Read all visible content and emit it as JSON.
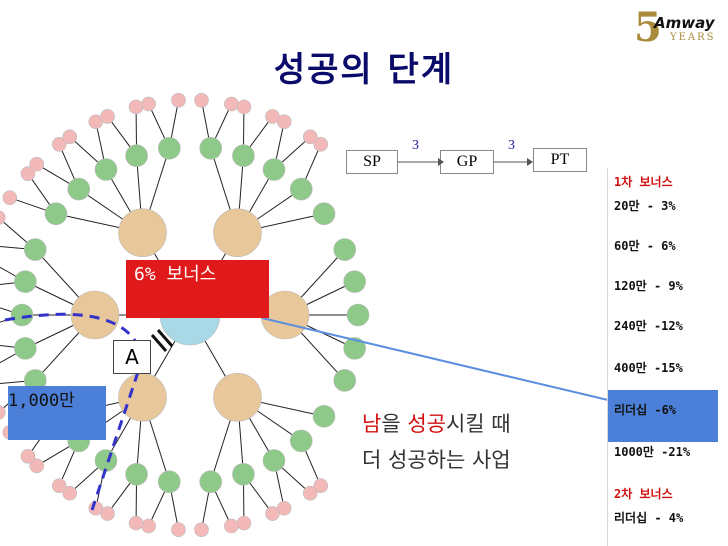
{
  "title": "성공의 단계",
  "logo": {
    "five": "5",
    "brand": "Amway",
    "years": "YEARS"
  },
  "stages": {
    "sp": "SP",
    "gp": "GP",
    "pt": "PT",
    "step1": "3",
    "step2": "3"
  },
  "center_label": "",
  "bonus_box": "6% 보너스",
  "label_a": "A",
  "label_1000": "1,000만",
  "tagline": {
    "line1_part1": "남",
    "line1_part2": "을 ",
    "line1_part3": "성공",
    "line1_part4": "시킬 때",
    "line2": "더 성공하는 사업"
  },
  "sidebar": {
    "first_bonus": "1차 보너스",
    "items": [
      "20만 - 3%",
      "60만 - 6%",
      "120만 - 9%",
      "240만 -12%",
      "400만 -15%"
    ],
    "leadership": "리더십 -6%",
    "item_1000": "1000만 -21%",
    "second_bonus": "2차 보너스",
    "leadership2": "리더십 - 4%"
  },
  "colors": {
    "title": "#0a0a6b",
    "red": "#d21010",
    "blue_highlight": "#4c80d8",
    "green_node": "#8fc98a",
    "pink_node": "#f3b9b9",
    "tan_node": "#e8c79b",
    "center_node": "#a9d8e6"
  }
}
